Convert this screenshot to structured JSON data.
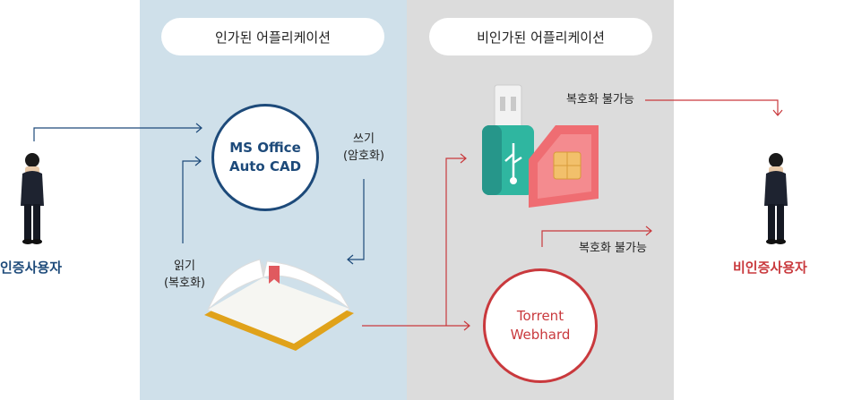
{
  "columns": {
    "authorized": "인가된 어플리케이션",
    "unauthorized": "비인가된 어플리케이션"
  },
  "apps": {
    "authorized_line1": "MS Office",
    "authorized_line2": "Auto CAD",
    "unauthorized_line1": "Torrent",
    "unauthorized_line2": "Webhard"
  },
  "labels": {
    "write_line1": "쓰기",
    "write_line2": "(암호화)",
    "read_line1": "읽기",
    "read_line2": "(복호화)",
    "no_decrypt_top": "복호화 불가능",
    "no_decrypt_bottom": "복호화 불가능"
  },
  "users": {
    "authenticated": "인증사용자",
    "unauthenticated": "비인증사용자"
  },
  "colors": {
    "blue": "#1d4a7a",
    "red": "#c9393d"
  },
  "icons": [
    "person-icon",
    "book-icon",
    "usb-drive-icon",
    "sim-card-icon"
  ]
}
